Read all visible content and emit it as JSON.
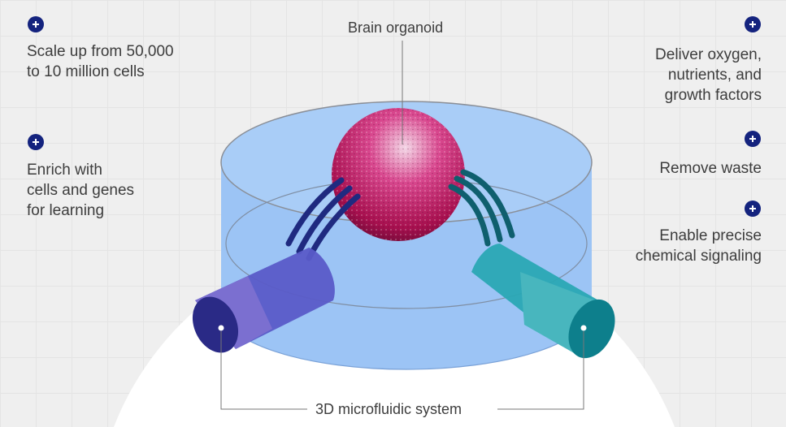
{
  "title_label": "Brain organoid",
  "bottom_label": "3D microfluidic system",
  "left_features": [
    {
      "icon": "plus-circle-icon",
      "text_lines": [
        "Scale up from 50,000",
        "to 10 million cells"
      ]
    },
    {
      "icon": "plus-circle-icon",
      "text_lines": [
        "Enrich with",
        "cells and genes",
        "for learning"
      ]
    }
  ],
  "right_features": [
    {
      "icon": "plus-circle-icon",
      "text_lines": [
        "Deliver oxygen,",
        "nutrients, and",
        "growth factors"
      ]
    },
    {
      "icon": "plus-circle-icon",
      "text_lines": [
        "Remove waste"
      ]
    },
    {
      "icon": "plus-circle-icon",
      "text_lines": [
        "Enable precise",
        "chemical signaling"
      ]
    }
  ],
  "colors": {
    "icon": "#14237e",
    "dish": "#9cc4f5",
    "organoid": "#c2185b",
    "left_tube": "#5a5bc8",
    "right_tube": "#2aa8b4"
  }
}
